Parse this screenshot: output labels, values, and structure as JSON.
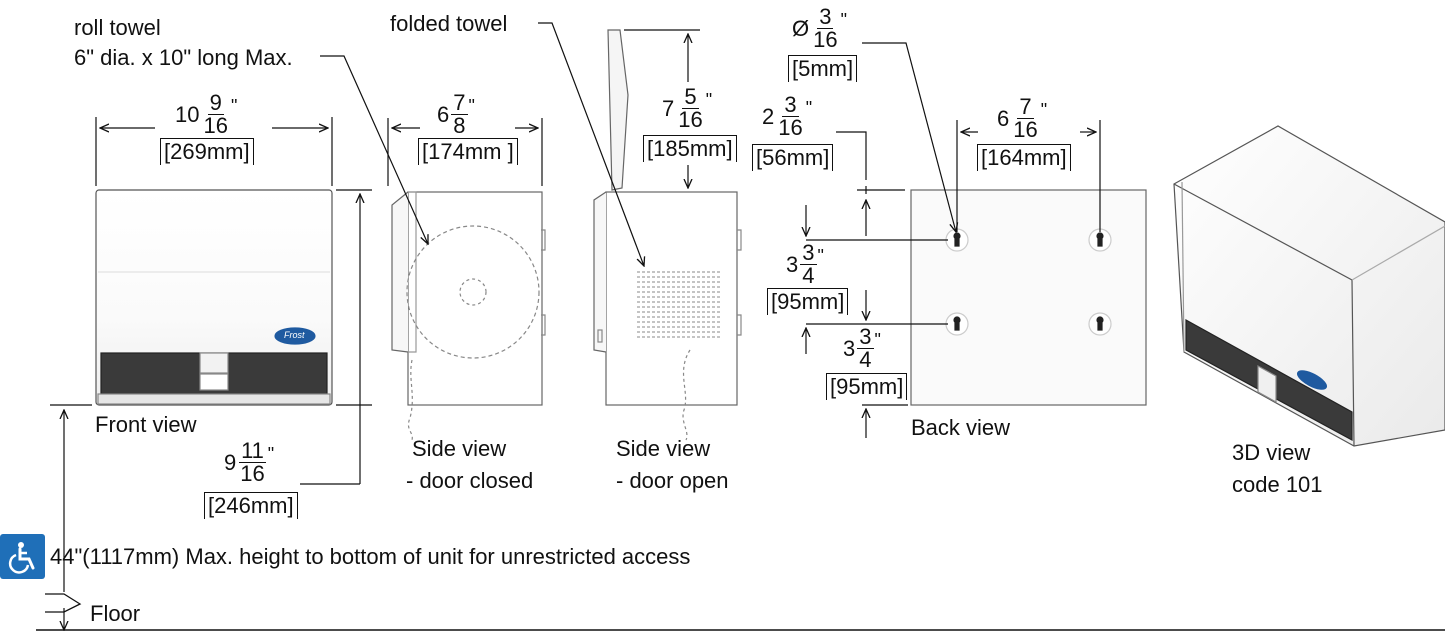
{
  "labels": {
    "roll_towel_line1": "roll towel",
    "roll_towel_line2": "6\" dia. x 10\" long Max.",
    "folded_towel": "folded towel",
    "front_view": "Front view",
    "side_closed_line1": "Side view",
    "side_closed_line2": "- door closed",
    "side_open_line1": "Side view",
    "side_open_line2": "- door open",
    "back_view": "Back view",
    "view3d_line1": "3D view",
    "view3d_line2": "code 101",
    "access_note": "44\"(1117mm) Max. height to bottom of unit for unrestricted access",
    "floor": "Floor",
    "brand": "Frost"
  },
  "dimensions": {
    "width_front": {
      "whole": "10",
      "num": "9",
      "den": "16",
      "mm": "[269mm]"
    },
    "depth_side": {
      "whole": "6",
      "num": "7",
      "den": "8",
      "mm": "[174mm ]"
    },
    "door_open": {
      "whole": "7",
      "num": "5",
      "den": "16",
      "mm": "[185mm]"
    },
    "hole_dia": {
      "symbol": "Ø",
      "num": "3",
      "den": "16",
      "mm": "[5mm]"
    },
    "top_to_hole": {
      "whole": "2",
      "num": "3",
      "den": "16",
      "mm": "[56mm]"
    },
    "hole_spacing_h": {
      "whole": "6",
      "num": "7",
      "den": "16",
      "mm": "[164mm]"
    },
    "hole_spacing_v": {
      "whole": "3",
      "num": "3",
      "den": "4",
      "mm": "[95mm]"
    },
    "hole_to_bottom": {
      "whole": "3",
      "num": "3",
      "den": "4",
      "mm": "[95mm]"
    },
    "height_front": {
      "whole": "9",
      "num": "11",
      "den": "16",
      "mm": "[246mm]"
    }
  },
  "icons": {
    "accessibility": "wheelchair-icon",
    "floor_break": "break-line-icon"
  },
  "colors": {
    "line": "#111111",
    "panel": "#ffffff",
    "slot": "#3a3a3a",
    "accent": "#1f6fb8"
  }
}
